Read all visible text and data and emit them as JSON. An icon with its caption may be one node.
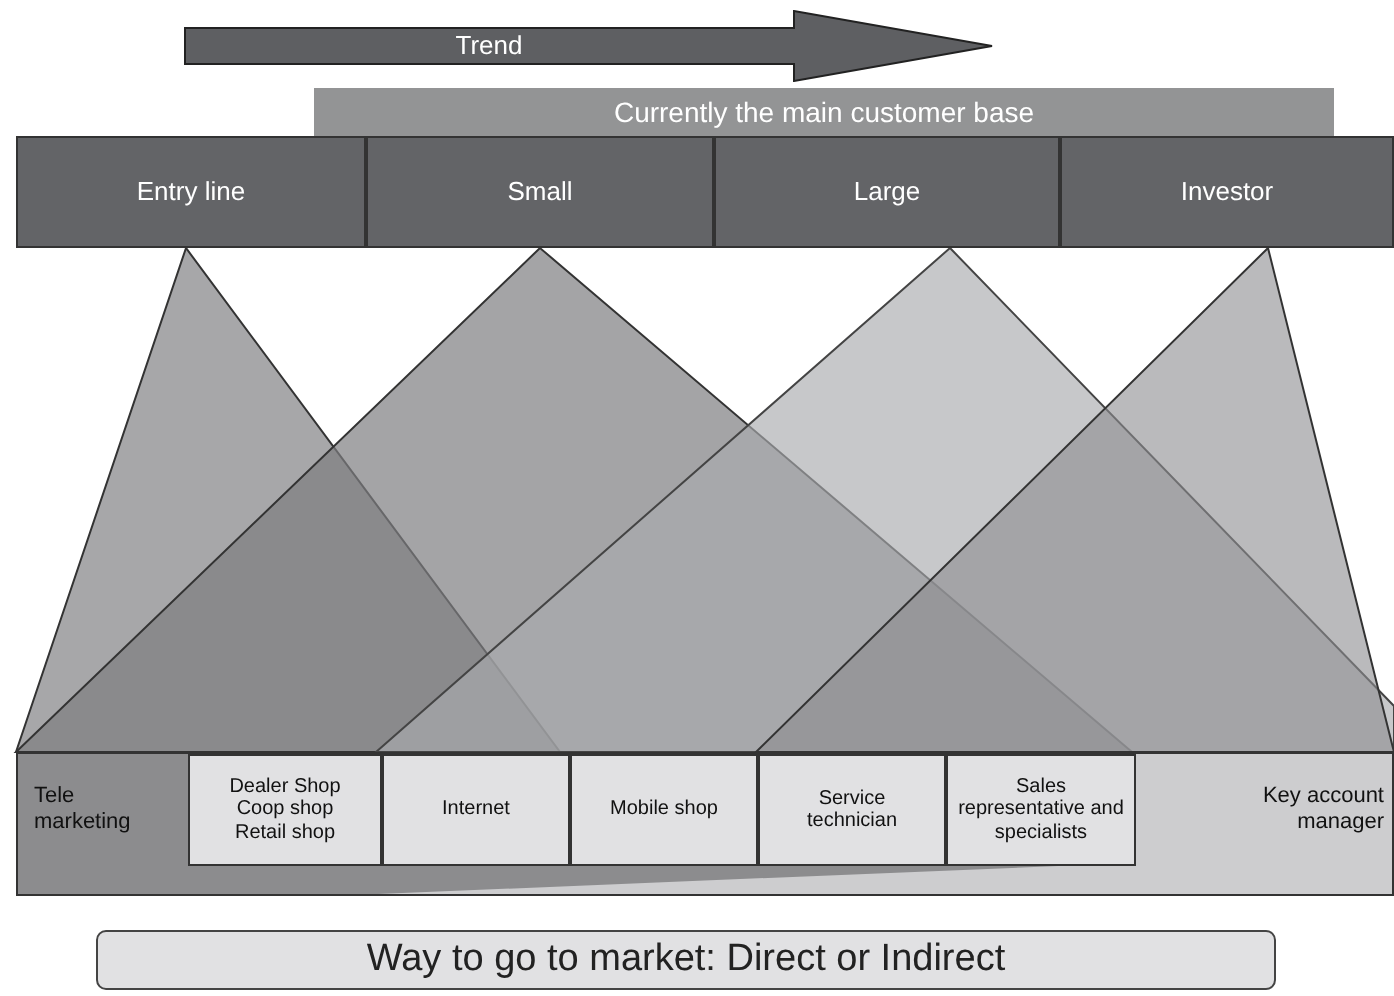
{
  "diagram": {
    "nodes": [
      {
        "text": [
          "Trend"
        ]
      },
      {
        "text": [
          "Currently the main customer base"
        ]
      },
      {
        "text": [
          "Entry line"
        ]
      },
      {
        "text": [
          "Small"
        ]
      },
      {
        "text": [
          "Large"
        ]
      },
      {
        "text": [
          "Investor"
        ]
      },
      {
        "text": [],
        "shape": "box"
      },
      {
        "text": [
          "Tele marketing"
        ],
        "in": 6
      },
      {
        "text": [
          "Dealer Shop Coop shop Retail shop"
        ],
        "in": 6
      },
      {
        "text": [
          "Internet"
        ],
        "in": 6
      },
      {
        "text": [
          "Mobile shop"
        ],
        "in": 6
      },
      {
        "text": [
          "Service technician"
        ],
        "in": 6
      },
      {
        "text": [
          "Sales representative and specialists"
        ],
        "in": 6
      },
      {
        "text": [
          "Key account manager"
        ],
        "in": 6
      },
      {
        "text": [
          "Way to go to market: Direct or Indirect"
        ]
      }
    ]
  }
}
